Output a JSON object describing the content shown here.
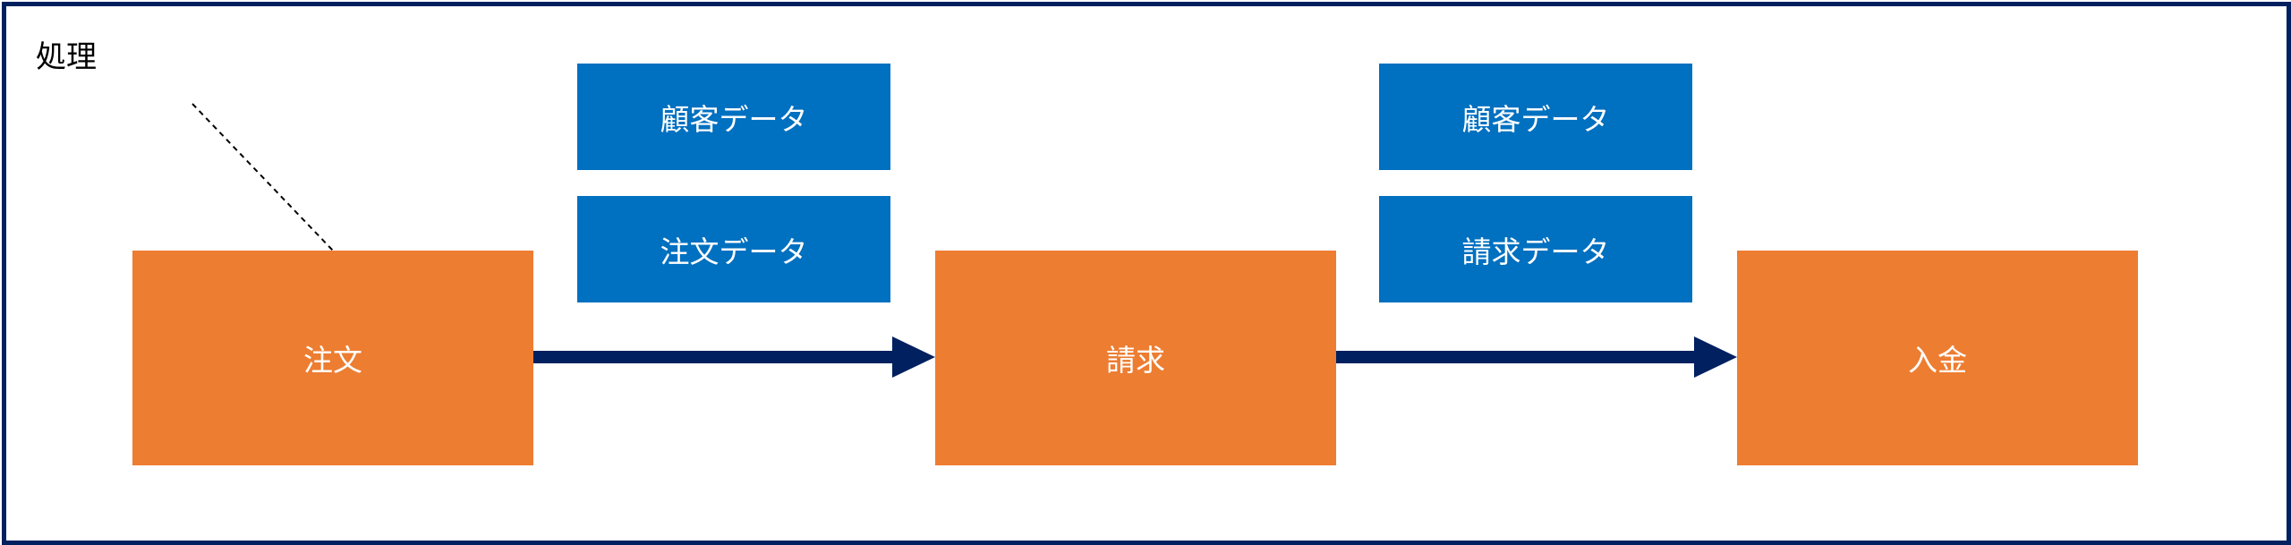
{
  "callout": {
    "label": "処理"
  },
  "processes": [
    {
      "label": "注文"
    },
    {
      "label": "請求"
    },
    {
      "label": "入金"
    }
  ],
  "data_items": [
    {
      "label": "顧客データ"
    },
    {
      "label": "注文データ"
    },
    {
      "label": "顧客データ"
    },
    {
      "label": "請求データ"
    }
  ],
  "colors": {
    "process": "#ED7D31",
    "data": "#0070C0",
    "arrow": "#002060",
    "frame": "#002060"
  }
}
